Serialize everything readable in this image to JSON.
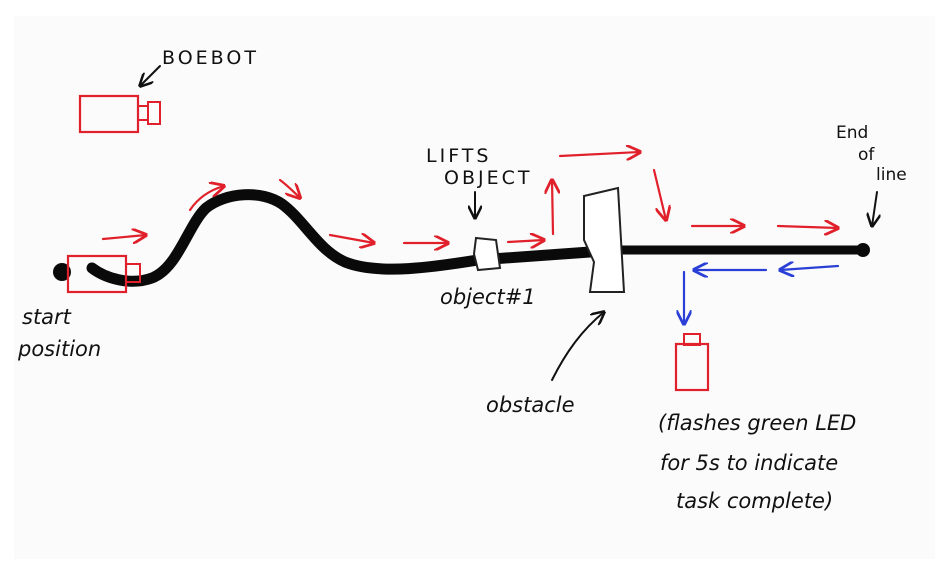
{
  "labels": {
    "boebot": "BOEBOT",
    "lifts_line1": "LIFTS",
    "lifts_line2": "OBJECT",
    "end_line1": "End",
    "end_line2": "of",
    "end_line3": "line",
    "start_line1": "start",
    "start_line2": "position",
    "object": "object#1",
    "obstacle": "obstacle",
    "note_line1": "(flashes green LED",
    "note_line2": "for 5s to indicate",
    "note_line3": "task complete)"
  },
  "colors": {
    "track": "#0a0a0a",
    "forward_arrow": "#e0202a",
    "return_arrow": "#2a3fd6",
    "robot": "#e0202a",
    "ink": "#111111",
    "paper": "#fbfbfb"
  }
}
